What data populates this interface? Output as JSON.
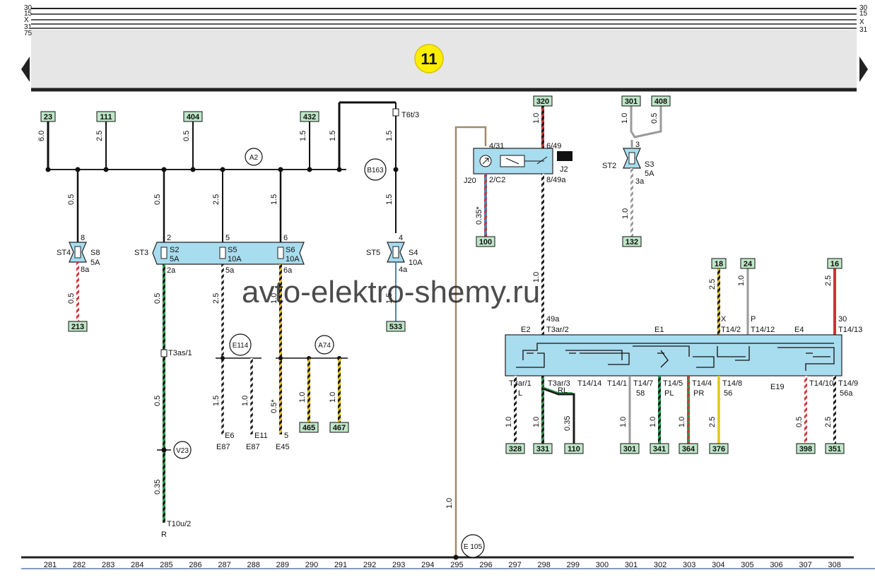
{
  "page_number": "11",
  "watermark": "avto-elektro-shemy.ru",
  "rail_labels_left": [
    "30",
    "15",
    "X",
    "31",
    "75"
  ],
  "rail_labels_right": [
    "30",
    "15",
    "X",
    "31"
  ],
  "columns": [
    "281",
    "282",
    "283",
    "284",
    "285",
    "286",
    "287",
    "288",
    "289",
    "290",
    "291",
    "292",
    "293",
    "294",
    "295",
    "296",
    "297",
    "298",
    "299",
    "300",
    "301",
    "302",
    "303",
    "304",
    "305",
    "306",
    "307",
    "308"
  ],
  "tags": {
    "t23": "23",
    "t111": "111",
    "t404": "404",
    "t432": "432",
    "t320": "320",
    "t301a": "301",
    "t408": "408",
    "t213": "213",
    "t533": "533",
    "t100": "100",
    "t132": "132",
    "t18": "18",
    "t24": "24",
    "t16": "16",
    "t465": "465",
    "t467": "467",
    "t328": "328",
    "t331": "331",
    "t110": "110",
    "t301b": "301",
    "t341": "341",
    "t364": "364",
    "t376": "376",
    "t398": "398",
    "t351": "351"
  },
  "circles": {
    "a2": "A2",
    "b163": "B163",
    "e114": "E114",
    "a74": "A74",
    "v23": "V23",
    "e105": "E 105"
  },
  "gauges": {
    "g1": "6.0",
    "g2": "2.5",
    "g3": "0.5",
    "g4": "1.5",
    "g5": "1.5",
    "g6": "0.5",
    "g7": "0.5",
    "g8": "2.5",
    "g9": "1.5",
    "g10": "1.5",
    "g11": "1.5",
    "g12": "0.5",
    "g13": "0.5",
    "g14": "2.5",
    "g15": "1.0",
    "g16": "1.5",
    "g17": "0.5",
    "g18": "0.35",
    "g19": "1.5",
    "g20": "1.0",
    "g21": "0.5*",
    "g22": "1.0",
    "g23": "1.0",
    "g24": "1.0",
    "g25": "0.35*",
    "g26": "1.0",
    "g27": "1.0",
    "g28": "0.5",
    "g29": "1.0",
    "g30": "2.5",
    "g31": "1.0",
    "g32": "2.5",
    "g33": "1.0",
    "g34": "1.0",
    "g35": "0.35",
    "g36": "1.0",
    "g37": "1.0",
    "g38": "1.0",
    "g39": "2.5",
    "g40": "0.5",
    "g41": "2.5"
  },
  "labels": {
    "st4": "ST4",
    "s8": "S8",
    "s8a": "5A",
    "pin8": "8",
    "pin8a": "8a",
    "st3": "ST3",
    "s2": "S2",
    "s2a": "5A",
    "s5": "S5",
    "s5a": "10A",
    "s6": "S6",
    "s6a": "10A",
    "pin2": "2",
    "pin5": "5",
    "pin6": "6",
    "pin2a": "2a",
    "pin5a": "5a",
    "pin6a": "6a",
    "st5": "ST5",
    "s4": "S4",
    "s4a": "10A",
    "pin4": "4",
    "pin4a": "4a",
    "t6t3": "T6t/3",
    "t3as1": "T3as/1",
    "t10u2": "T10u/2",
    "r": "R",
    "e6": "E6",
    "e87a": "E87",
    "e11": "E11",
    "e87b": "E87",
    "e45": "E45",
    "pin5b": "5",
    "p431": "4/31",
    "p649": "6/49",
    "box6": "6",
    "j2": "J2",
    "j20": "J20",
    "p2c2": "2/C2",
    "p849a": "8/49a",
    "st2": "ST2",
    "s3": "S3",
    "s3a": "5A",
    "pin3": "3",
    "pin3a": "3a",
    "e2": "E2",
    "p49a": "49a",
    "t3ar2": "T3ar/2",
    "e1": "E1",
    "e4": "E4",
    "x": "X",
    "p": "P",
    "p30": "30",
    "t142": "T14/2",
    "t1412": "T14/12",
    "t1413": "T14/13",
    "t3ar1": "T3ar/1",
    "t3ar3": "T3ar/3",
    "l": "L",
    "rl": "RL",
    "t1414": "T14/14",
    "t141": "T14/1",
    "t147": "T14/7",
    "p58": "58",
    "t145": "T14/5",
    "pl": "PL",
    "t144": "T14/4",
    "pr": "PR",
    "t148": "T14/8",
    "p56": "56",
    "e19": "E19",
    "t1410": "T14/10",
    "t149": "T14/9",
    "p56a": "56a"
  },
  "colors": {
    "black": "#1a1a1a",
    "green": "#2a9a4a",
    "red": "#d33333",
    "yellow": "#e8c21a",
    "grey": "#9a9a9a",
    "brown": "#a08a6a",
    "blue": "#3a8ad0",
    "white": "#ffffff",
    "tagfill": "#bfe6c8",
    "boxfill": "#a8dcef",
    "header": "#e6e6e6"
  }
}
